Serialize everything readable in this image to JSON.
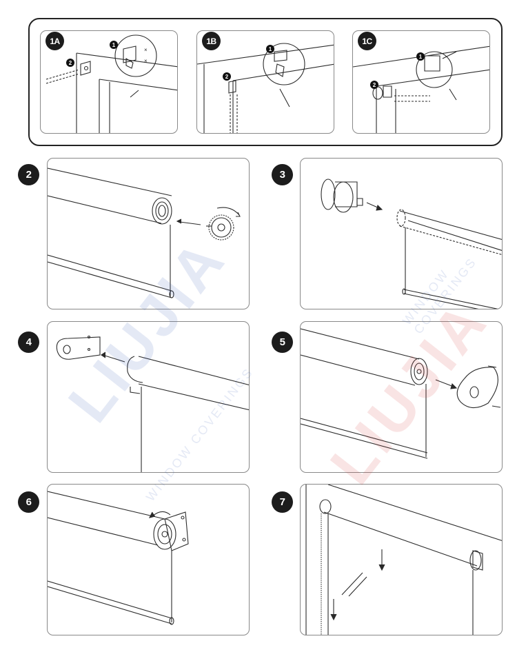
{
  "installation_modes": [
    {
      "id": "1A",
      "substeps": [
        "1",
        "2"
      ]
    },
    {
      "id": "1B",
      "substeps": [
        "1",
        "2"
      ]
    },
    {
      "id": "1C",
      "substeps": [
        "1",
        "2"
      ]
    }
  ],
  "steps": [
    {
      "number": "2"
    },
    {
      "number": "3"
    },
    {
      "number": "4"
    },
    {
      "number": "5"
    },
    {
      "number": "6"
    },
    {
      "number": "7"
    }
  ],
  "watermark": {
    "brand": "LIUJIA",
    "tagline": "WINDOW COVERINGS"
  },
  "colors": {
    "line": "#2a2a2a",
    "badge": "#1c1c1c",
    "watermark_red": "#d43a3a",
    "watermark_blue": "#3b5bb5"
  }
}
